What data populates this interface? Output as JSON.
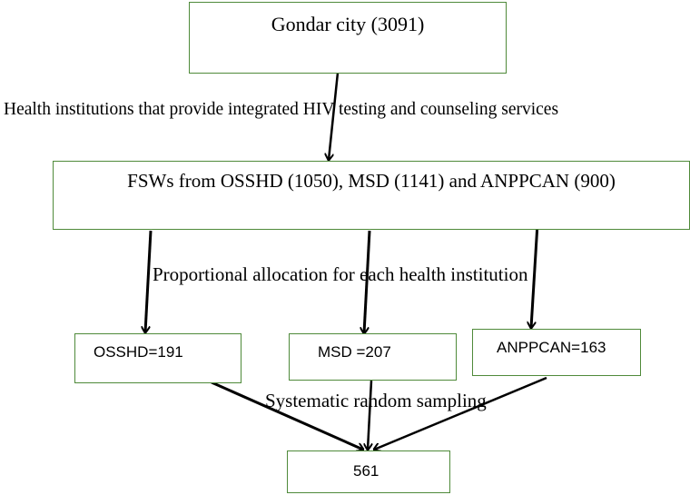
{
  "nodes": {
    "gondar": "Gondar city (3091)",
    "fsws": "FSWs from OSSHD (1050), MSD (1141) and ANPPCAN (900)",
    "osshd": "OSSHD=191",
    "msd": "MSD =207",
    "anppcan": "ANPPCAN=163",
    "total": "561"
  },
  "labels": {
    "health_institutions": "Health institutions that provide integrated HIV testing and counseling services",
    "proportional_allocation": "Proportional allocation for each health institution",
    "systematic_sampling": "Systematic random sampling"
  },
  "colors": {
    "box_border": "#4f8a3a",
    "arrow": "#000000"
  }
}
